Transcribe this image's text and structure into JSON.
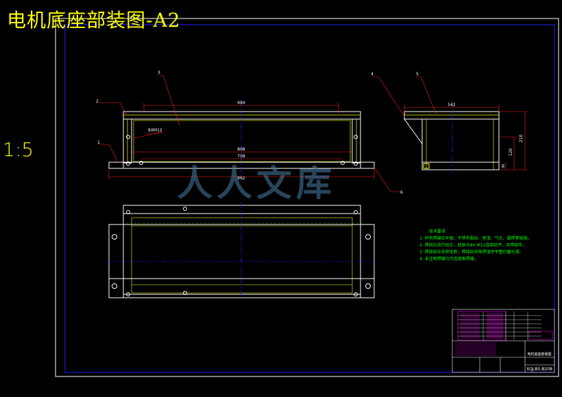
{
  "drawing": {
    "title": "电机底座部装图-A2",
    "scale": "1:5",
    "watermark": "人人文库"
  },
  "dimensions": {
    "d694": "694",
    "d808": "808",
    "d708": "708",
    "d962": "962",
    "d542": "542",
    "d210": "210",
    "d120": "120",
    "d36": "36",
    "bolt_spec": "8XM12"
  },
  "part_callouts": [
    "1",
    "2",
    "3",
    "4",
    "5",
    "6"
  ],
  "tech_notes": {
    "heading": "技术要求",
    "lines": [
      "1. 所有焊缝应牢固，不得有裂纹、夹渣、气孔、漏焊等缺陷。",
      "2. 焊后应进行校正，底座与8X M12连接处平，且焊接牢。",
      "3. 焊接前应去除毛刺，焊接后去除焊渣并平整打磨光滑。",
      "4. 未注明焊缝均为连续角焊缝。"
    ]
  },
  "title_block": {
    "drawing_no": "XQJ-B5-B208",
    "name": "电机底座部装图"
  },
  "colors": {
    "background": "#000000",
    "outline": "#ffffff",
    "frame": "#0000ff",
    "inner_line": "#ffff00",
    "dimension": "#ff0000",
    "notes": "#00ff00",
    "center_line": "#0000ff"
  }
}
